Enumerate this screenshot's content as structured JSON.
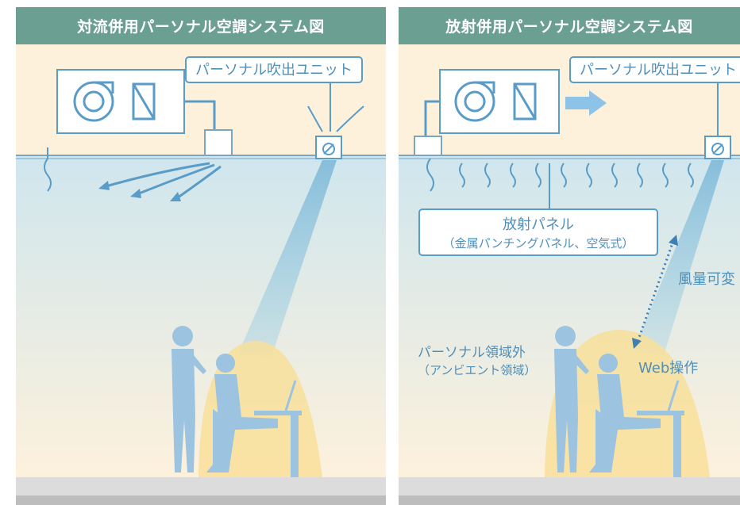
{
  "left_panel": {
    "title": "対流併用パーソナル空調システム図",
    "unit_label": "パーソナル吹出ユニット"
  },
  "right_panel": {
    "title": "放射併用パーソナル空調システム図",
    "unit_label": "パーソナル吹出ユニット",
    "radiant_panel_label": "放射パネル",
    "radiant_panel_sub": "（金属パンチングパネル、空気式）",
    "airflow_label": "風量可変",
    "web_label": "Web操作",
    "ambient_label": "パーソナル領域外",
    "ambient_sub": "（アンビエント領域）"
  },
  "colors": {
    "header": "#6b9f92",
    "cream": "#fdf1dc",
    "room_blue": "#cfe6ee",
    "accent_blue": "#5a9cc8",
    "figure_blue": "#9cc3e0",
    "spotlight_yellow": "#f8df9a",
    "floor": "#dcdcdc"
  },
  "icons": [
    "fan-icon",
    "filter-icon",
    "arrow-icon",
    "person-icon",
    "laptop-icon"
  ]
}
